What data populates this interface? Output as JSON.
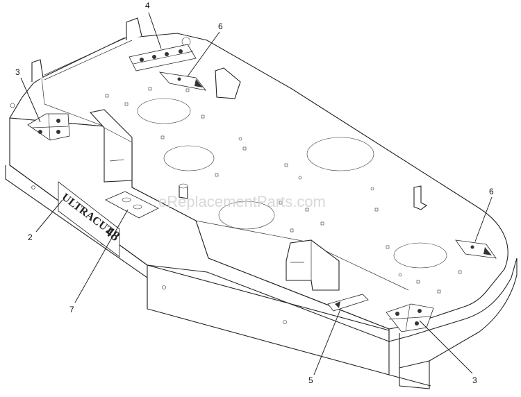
{
  "watermark": "eReplacementParts.com",
  "emblem": {
    "brand": "ULTRACUT",
    "size": "48"
  },
  "colors": {
    "line": "#222222",
    "background": "#ffffff",
    "watermark": "#cfcfcf"
  },
  "callouts": [
    {
      "id": "c4",
      "label": "4"
    },
    {
      "id": "c6a",
      "label": "6"
    },
    {
      "id": "c3a",
      "label": "3"
    },
    {
      "id": "c6b",
      "label": "6"
    },
    {
      "id": "c2",
      "label": "2"
    },
    {
      "id": "c7",
      "label": "7"
    },
    {
      "id": "c5",
      "label": "5"
    },
    {
      "id": "c3b",
      "label": "3"
    }
  ]
}
